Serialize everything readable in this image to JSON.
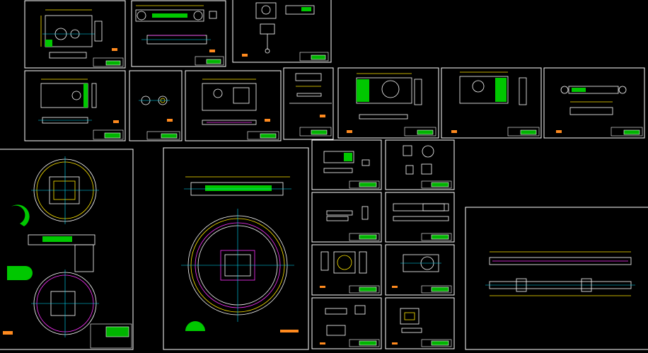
{
  "viewport": {
    "background": "#000000"
  },
  "colors": {
    "frame": "#ffffff",
    "outline": "#ffffff",
    "dimension": "#ffe600",
    "centerline": "#00e0ff",
    "hidden": "#ff2a2a",
    "highlight": "#ff33ff",
    "hatch": "#00c800",
    "stamp": "#ff8a1e"
  },
  "sheets": [
    {
      "id": "sheet-1"
    },
    {
      "id": "sheet-2"
    },
    {
      "id": "sheet-3"
    },
    {
      "id": "sheet-4"
    },
    {
      "id": "sheet-5"
    },
    {
      "id": "sheet-6"
    },
    {
      "id": "sheet-7"
    },
    {
      "id": "sheet-8"
    },
    {
      "id": "sheet-9"
    },
    {
      "id": "sheet-10"
    },
    {
      "id": "sheet-11"
    },
    {
      "id": "sheet-12"
    },
    {
      "id": "sheet-13"
    },
    {
      "id": "sheet-14"
    },
    {
      "id": "sheet-15"
    },
    {
      "id": "sheet-16"
    },
    {
      "id": "sheet-17"
    },
    {
      "id": "sheet-18"
    },
    {
      "id": "sheet-19"
    },
    {
      "id": "sheet-20"
    },
    {
      "id": "sheet-21"
    },
    {
      "id": "sheet-22"
    }
  ]
}
